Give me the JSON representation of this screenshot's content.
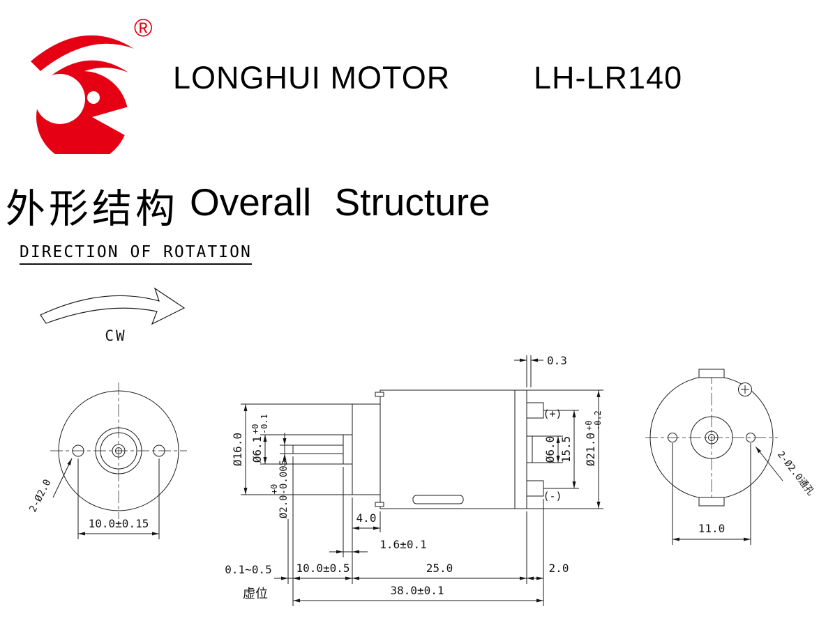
{
  "header": {
    "brand": "LONGHUI MOTOR",
    "model": "LH-LR140",
    "registered": "®"
  },
  "section": {
    "title_cn": "外形结构",
    "title_en": "Overall Structure"
  },
  "rotation": {
    "label": "DIRECTION OF ROTATION",
    "direction": "CW"
  },
  "front_view": {
    "holes": "2-Ø2.0",
    "hole_spacing": "10.0±0.15"
  },
  "side_view": {
    "front_plate_dia": "Ø16.0",
    "boss_dia": "Ø6.1",
    "boss_tol_up": "+0",
    "boss_tol_dn": "-0.1",
    "shaft_tol_up": "+0",
    "shaft_dia": "Ø2.0-0.005",
    "cap_lip": "0.3",
    "terminal_pos": "(+)",
    "terminal_neg": "(-)",
    "rear_boss_dia": "Ø6.0",
    "terminal_span": "15.5",
    "case_dia": "Ø21.0",
    "case_tol_up": "+0",
    "case_tol_dn": "-0.2",
    "plate_len": "4.0",
    "boss_len": "1.6±0.1",
    "end_play": "0.1~0.5",
    "end_play_cn": "虚位",
    "shaft_len": "10.0±0.5",
    "body_len": "25.0",
    "cap_len": "2.0",
    "total_len": "38.0±0.1"
  },
  "rear_view": {
    "holes": "2-Ø2.0通孔",
    "hole_spacing": "11.0"
  }
}
